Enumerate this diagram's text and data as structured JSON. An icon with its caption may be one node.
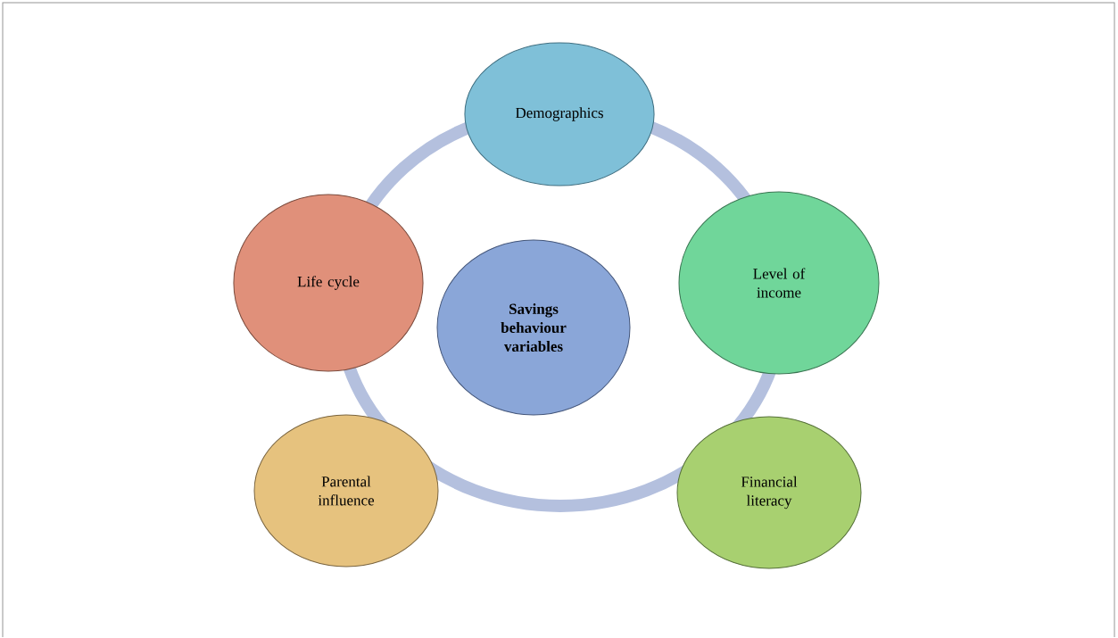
{
  "diagram": {
    "nodes": [
      {
        "text": [
          "Demographics"
        ]
      },
      {
        "text": [
          "Life cycle"
        ]
      },
      {
        "text": [
          "Savings behaviour variables"
        ]
      },
      {
        "text": [
          "Level of income"
        ]
      },
      {
        "text": [
          "Parental influence"
        ]
      },
      {
        "text": [
          "Financial literacy"
        ]
      }
    ]
  }
}
